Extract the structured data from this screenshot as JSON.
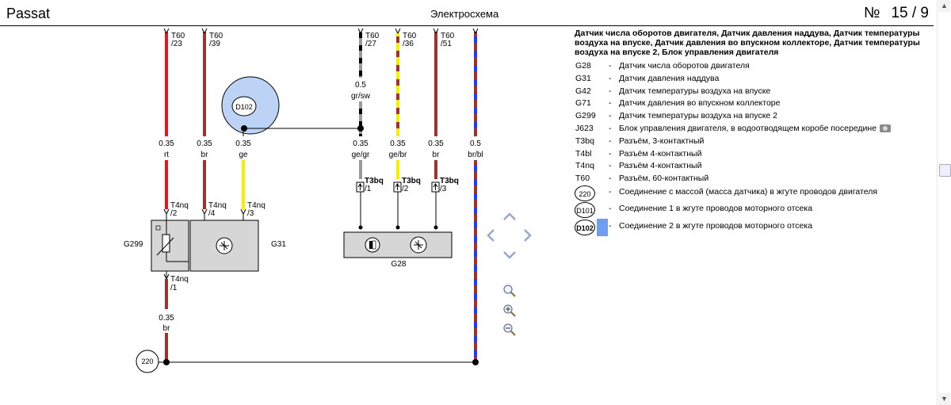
{
  "header": {
    "model": "Passat",
    "title": "Электросхема",
    "page_label": "№",
    "page": "15 / 9"
  },
  "wires": {
    "w1": {
      "conn": "T60",
      "pin": "/23",
      "size": "0.35",
      "color": "rt"
    },
    "w2": {
      "conn": "T60",
      "pin": "/39",
      "size": "0.35",
      "color": "br"
    },
    "w3": {
      "size": "0.35",
      "color": "ge"
    },
    "w4": {
      "conn": "T60",
      "pin": "/27",
      "size": "0.5",
      "color": "gr/sw",
      "size2": "0.35",
      "color2": "ge/gr"
    },
    "w5": {
      "conn": "T60",
      "pin": "/36",
      "size": "0.35",
      "color": "ge/br"
    },
    "w6": {
      "conn": "T60",
      "pin": "/51",
      "size": "0.35",
      "color": "br"
    },
    "w7": {
      "size": "0.5",
      "color": "br/bl"
    },
    "g299_bottom": {
      "conn": "T4nq",
      "pin": "/1",
      "size": "0.35",
      "color": "br"
    }
  },
  "connectors": {
    "t4nq": "T4nq",
    "t4nq_pins": [
      "/2",
      "/4",
      "/3"
    ],
    "t3bq": "T3bq",
    "t3bq_pins": [
      "/1",
      "/2",
      "/3"
    ]
  },
  "components": {
    "g299": "G299",
    "g31": "G31",
    "g28": "G28",
    "d102": "D102",
    "ground": "220"
  },
  "legend": {
    "title": "Датчик числа оборотов двигателя, Датчик давления наддува, Датчик температуры воздуха на впуске, Датчик давления во впускном коллекторе, Датчик температуры воздуха на впуске 2, Блок управления двигателя",
    "items": [
      {
        "code": "G28",
        "desc": "Датчик числа оборотов двигателя"
      },
      {
        "code": "G31",
        "desc": "Датчик давления наддува"
      },
      {
        "code": "G42",
        "desc": "Датчик температуры воздуха на впуске"
      },
      {
        "code": "G71",
        "desc": "Датчик давления во впускном коллекторе"
      },
      {
        "code": "G299",
        "desc": "Датчик температуры воздуха на впуске 2"
      },
      {
        "code": "J623",
        "desc": "Блок управления двигателя, в водоотводящем коробе посередине"
      },
      {
        "code": "T3bq",
        "desc": "Разъём, 3-контактный"
      },
      {
        "code": "T4bl",
        "desc": "Разъём 4-контактный"
      },
      {
        "code": "T4nq",
        "desc": "Разъём 4-контактный"
      },
      {
        "code": "T60",
        "desc": "Разъём, 60-контактный"
      }
    ],
    "symbols": [
      {
        "code": "220",
        "desc": "Соединение с массой (масса датчика) в жгуте проводов двигателя"
      },
      {
        "code": "D101",
        "desc": "Соединение 1 в жгуте проводов моторного отсека"
      },
      {
        "code": "D102",
        "desc": "Соединение 2 в жгуте проводов моторного отсека"
      }
    ],
    "dash": "-"
  },
  "colors": {
    "red": "#e8141e",
    "brown": "#a0322d",
    "yellow": "#f5f000",
    "blue": "#1e3cf0",
    "grey": "#9a9a9a",
    "component_fill": "#d6d6d6",
    "splice_fill": "#bcd3f5",
    "highlight": "#6f9ef0"
  }
}
